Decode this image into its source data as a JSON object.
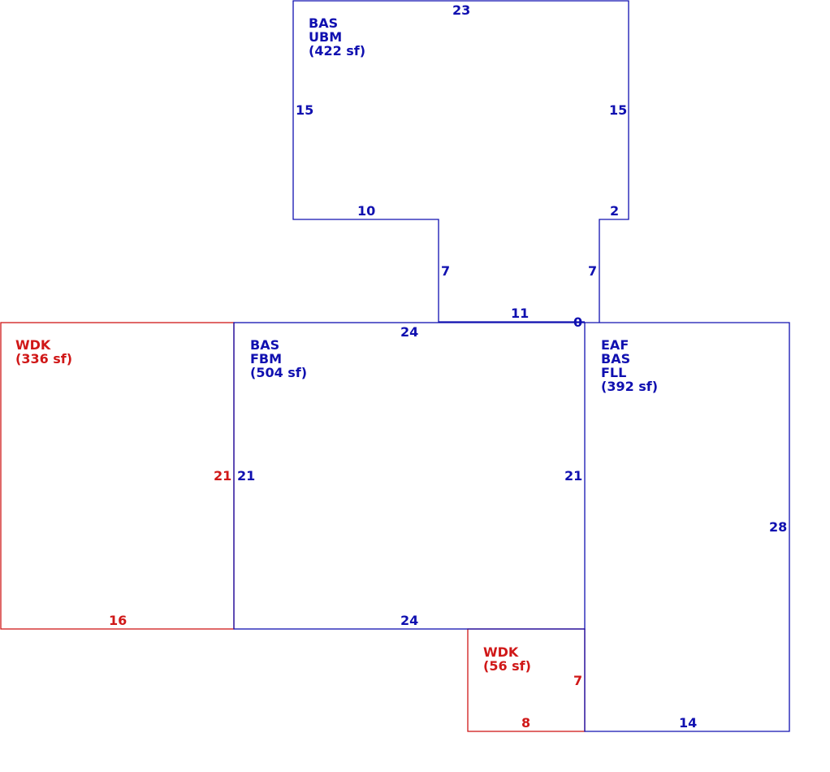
{
  "colors": {
    "dwelling": "#1010b0",
    "deck": "#d01818"
  },
  "areas": {
    "upper": {
      "lines": [
        "BAS",
        "UBM",
        "(422 sf)"
      ]
    },
    "main": {
      "lines": [
        "BAS",
        "FBM",
        "(504 sf)"
      ]
    },
    "right": {
      "lines": [
        "EAF",
        "BAS",
        "FLL",
        "(392 sf)"
      ]
    },
    "deck_left": {
      "lines": [
        "WDK",
        "(336 sf)"
      ]
    },
    "deck_small": {
      "lines": [
        "WDK",
        "(56 sf)"
      ]
    }
  },
  "dimensions": {
    "upper_top": "23",
    "upper_left": "15",
    "upper_right": "15",
    "upper_bottom_left": "10",
    "upper_bottom_right": "2",
    "neck_left": "7",
    "neck_right": "7",
    "neck_bottom": "11",
    "neck_gap": "0",
    "main_top": "24",
    "main_left": "21",
    "main_right": "21",
    "main_bottom": "24",
    "right_side": "28",
    "right_bottom": "14",
    "deck_left_side": "21",
    "deck_left_bottom": "16",
    "deck_small_side": "7",
    "deck_small_bottom": "8"
  }
}
